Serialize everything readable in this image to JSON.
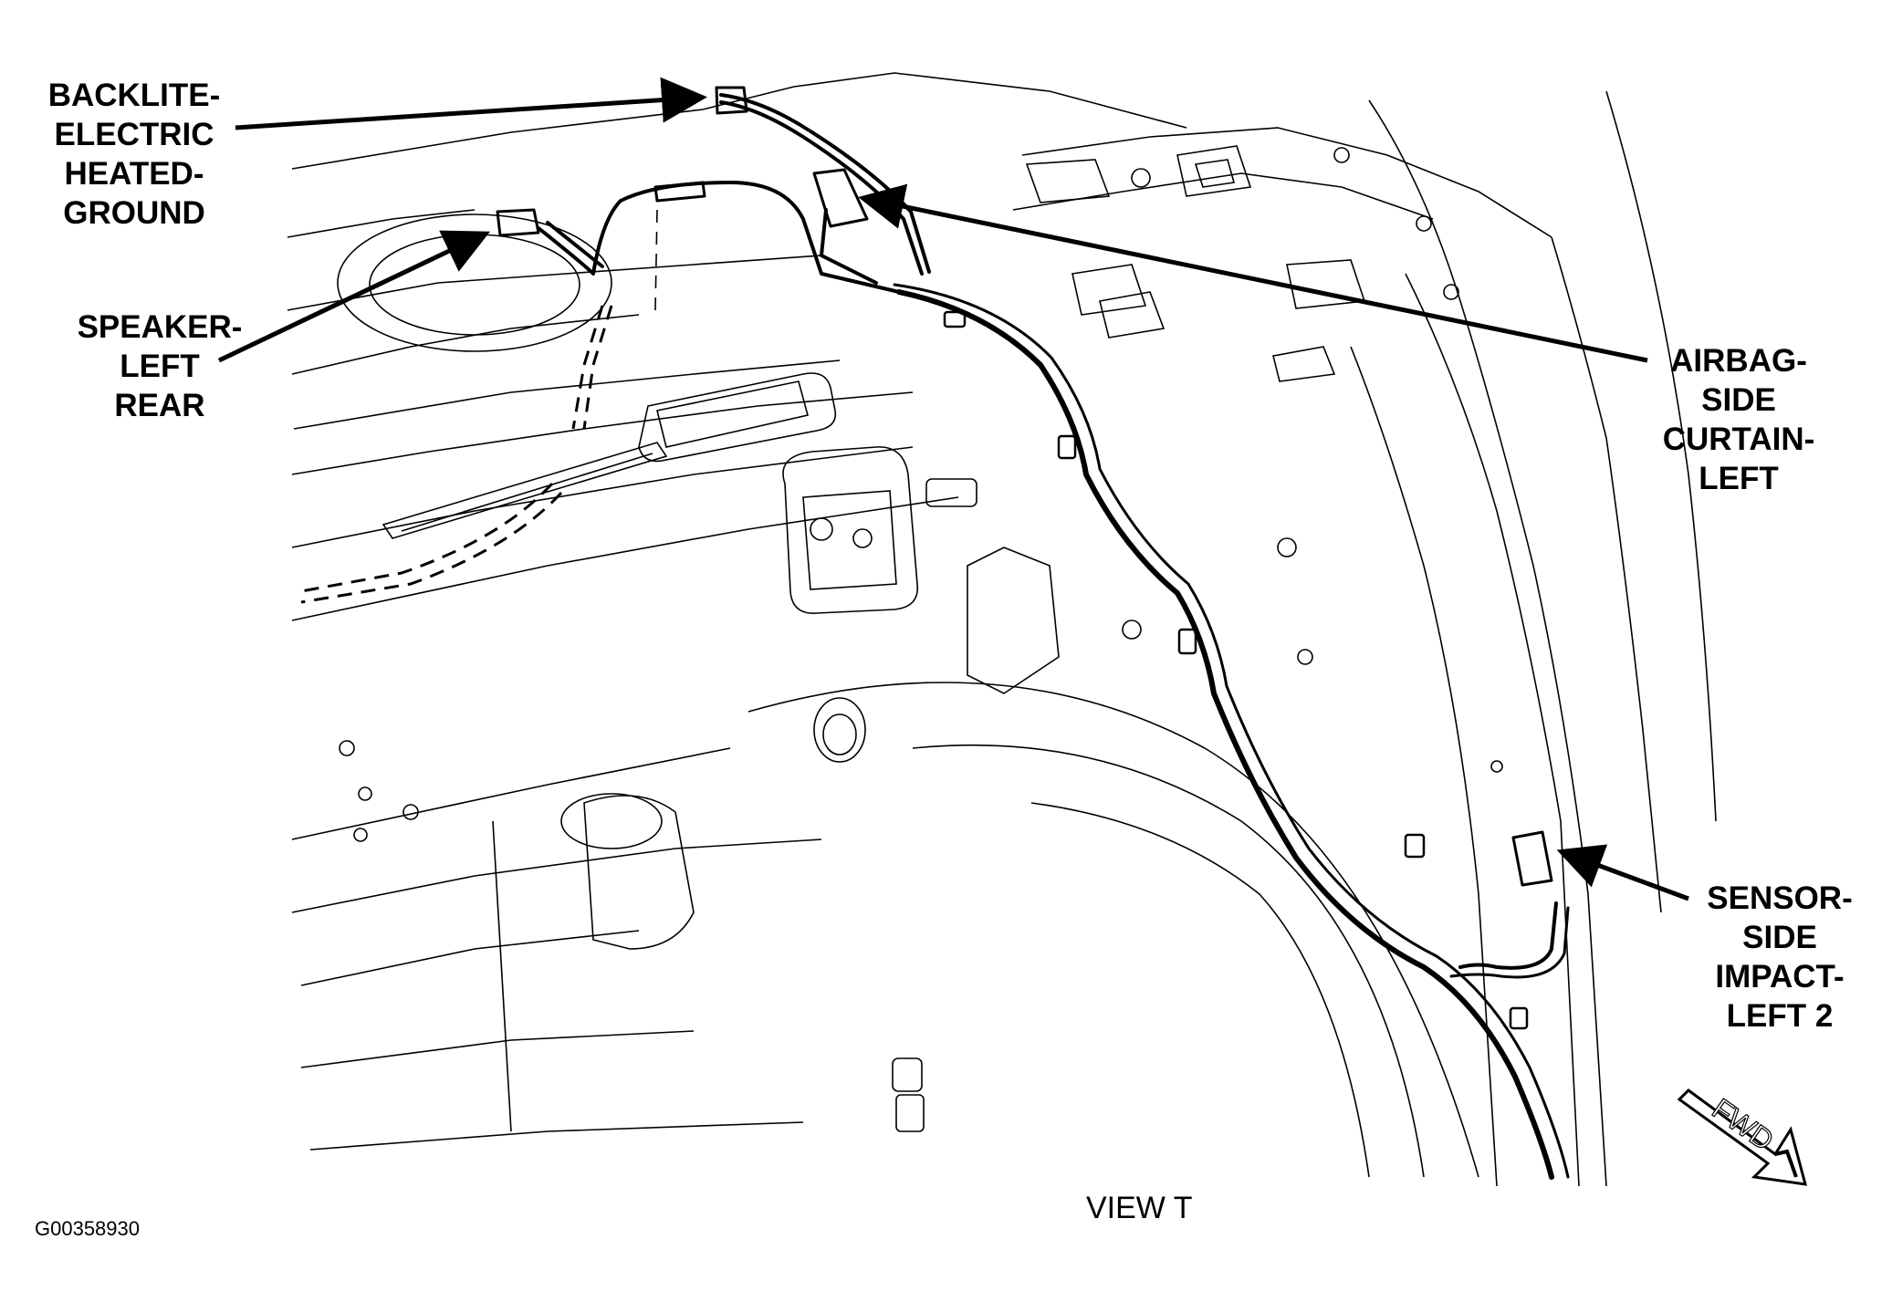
{
  "callouts": {
    "backlite": {
      "lines": [
        "BACKLITE-",
        "ELECTRIC",
        "HEATED-",
        "GROUND"
      ]
    },
    "speaker": {
      "lines": [
        "SPEAKER-",
        "LEFT",
        "REAR"
      ]
    },
    "airbag": {
      "lines": [
        "AIRBAG-",
        "SIDE",
        "CURTAIN-",
        "LEFT"
      ]
    },
    "sensor": {
      "lines": [
        "SENSOR-",
        "SIDE",
        "IMPACT-",
        "LEFT 2"
      ]
    }
  },
  "direction_marker": {
    "label": "FWD"
  },
  "view_title": "VIEW T",
  "figure_id": "G00358930",
  "colors": {
    "line": "#000000",
    "background": "#ffffff"
  }
}
